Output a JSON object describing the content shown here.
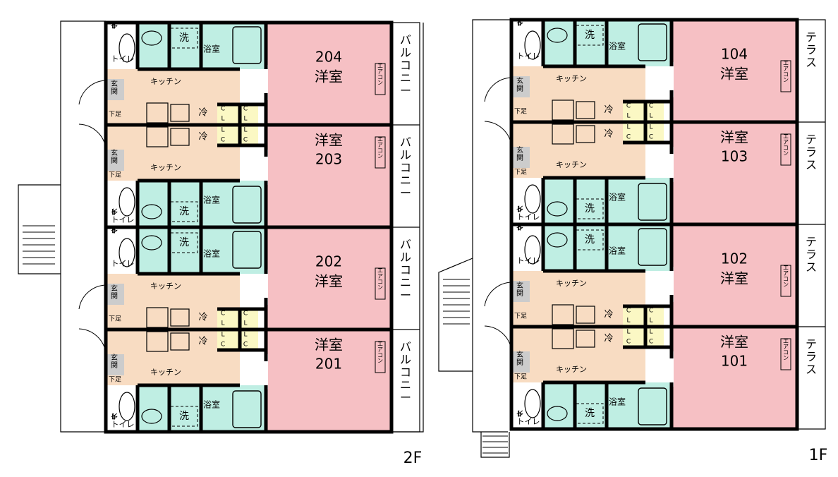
{
  "floors": [
    {
      "id": "2F",
      "label": "2F",
      "outside_label": "バルコニー",
      "units": [
        {
          "number": "204",
          "room": "洋室",
          "flip": false
        },
        {
          "number": "203",
          "room": "洋室",
          "flip": true
        },
        {
          "number": "202",
          "room": "洋室",
          "flip": false
        },
        {
          "number": "201",
          "room": "洋室",
          "flip": true
        }
      ]
    },
    {
      "id": "1F",
      "label": "1F",
      "outside_label": "テラス",
      "units": [
        {
          "number": "104",
          "room": "洋室",
          "flip": false
        },
        {
          "number": "103",
          "room": "洋室",
          "flip": true
        },
        {
          "number": "102",
          "room": "洋室",
          "flip": false
        },
        {
          "number": "101",
          "room": "洋室",
          "flip": true
        }
      ]
    }
  ],
  "labels": {
    "toilet": "トイレ",
    "wash": "洗",
    "bath": "浴室",
    "kitchen": "キッチン",
    "entrance": "玄関",
    "shoe": "下足",
    "closet_top": "C",
    "closet_bottom": "L",
    "aircon": "エアコン",
    "vent": "冷"
  },
  "colors": {
    "bath": "#bfeee3",
    "kitchen": "#f8dcc2",
    "room": "#f6c0c4",
    "closet": "#fbf8c4",
    "entrance": "#cccccc"
  }
}
